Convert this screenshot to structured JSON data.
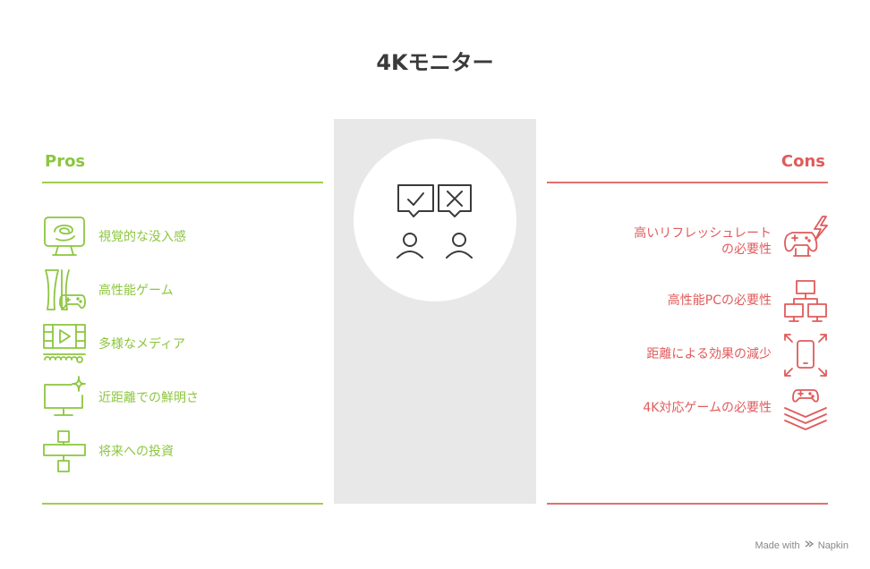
{
  "title": "4Kモニター",
  "pros": {
    "heading": "Pros",
    "items": [
      {
        "label": "視覚的な没入感",
        "icon": "immersive-display-icon"
      },
      {
        "label": "高性能ゲーム",
        "icon": "console-gamepad-icon"
      },
      {
        "label": "多様なメディア",
        "icon": "media-film-icon"
      },
      {
        "label": "近距離での鮮明さ",
        "icon": "sparkling-monitor-icon"
      },
      {
        "label": "将来への投資",
        "icon": "investment-blocks-icon"
      }
    ]
  },
  "cons": {
    "heading": "Cons",
    "items": [
      {
        "line1": "高いリフレッシュレート",
        "line2": "の必要性",
        "icon": "gaming-lightning-icon"
      },
      {
        "line1": "高性能PCの必要性",
        "icon": "pc-network-icon"
      },
      {
        "line1": "距離による効果の減少",
        "icon": "phone-expand-icon"
      },
      {
        "line1": "4K対応ゲームの必要性",
        "icon": "gamepad-layers-icon"
      }
    ]
  },
  "center": {
    "icon": "approve-reject-people-icon"
  },
  "footer": {
    "prefix": "Made with",
    "brand": "Napkin"
  },
  "colors": {
    "pros": "#8cc63f",
    "cons": "#e05b5b",
    "panel": "#e8e8e8",
    "title": "#3a3a3a"
  }
}
